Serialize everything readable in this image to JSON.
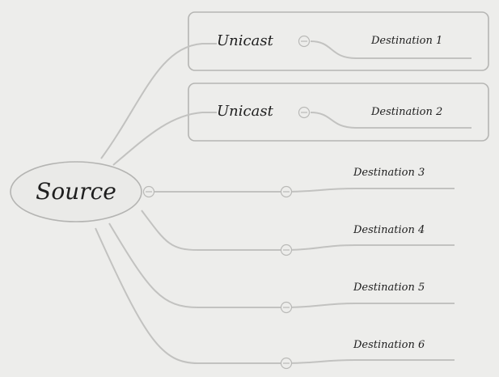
{
  "diagram": {
    "root": {
      "label": "Source"
    },
    "unicast_groups": [
      {
        "label": "Unicast",
        "destination": "Destination 1"
      },
      {
        "label": "Unicast",
        "destination": "Destination 2"
      }
    ],
    "direct_destinations": [
      {
        "label": "Destination 3"
      },
      {
        "label": "Destination 4"
      },
      {
        "label": "Destination 5"
      },
      {
        "label": "Destination 6"
      }
    ],
    "colors": {
      "background": "#ededeb",
      "line": "#c2c2c0",
      "root_fill": "#eaeae8",
      "text": "#1e1e1e"
    }
  }
}
